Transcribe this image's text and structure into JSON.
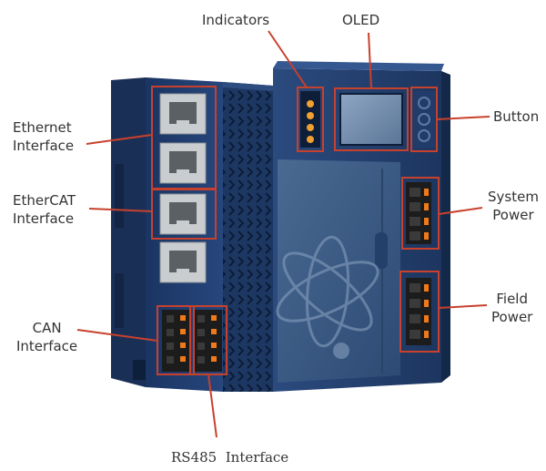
{
  "labels": {
    "indicators": "Indicators",
    "oled": "OLED",
    "button": "Button",
    "ethernet": [
      "Ethernet",
      "Interface"
    ],
    "ethercat": [
      "EtherCAT",
      "Interface"
    ],
    "system_power": [
      "System",
      "Power"
    ],
    "field_power": [
      "Field",
      "Power"
    ],
    "can": [
      "CAN",
      "Interface"
    ],
    "rs485": "RS485  Interface"
  },
  "colors": {
    "annotation": "#c8412d",
    "label_text": "#333333",
    "device_body": "#1f3a66",
    "device_dark": "#0f2342",
    "port_metal": "#cfd2d4",
    "connector_black": "#1c1c1c",
    "connector_orange": "#f07a1a"
  }
}
